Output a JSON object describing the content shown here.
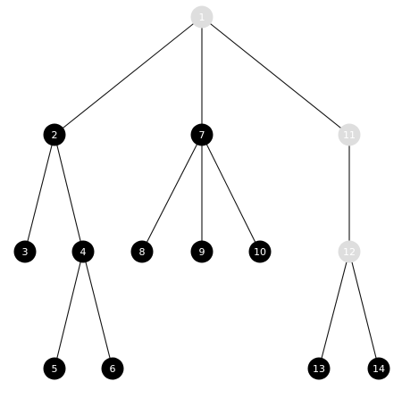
{
  "colors": {
    "dark_node": "#000000",
    "light_node": "#dedede",
    "label_on_dark": "#ffffff",
    "label_on_light": "#ffffff",
    "edge": "#111111"
  },
  "tree": {
    "nodes": [
      {
        "id": "n1",
        "label": "1",
        "style": "light"
      },
      {
        "id": "n2",
        "label": "2",
        "style": "dark"
      },
      {
        "id": "n3",
        "label": "3",
        "style": "dark"
      },
      {
        "id": "n4",
        "label": "4",
        "style": "dark"
      },
      {
        "id": "n5",
        "label": "5",
        "style": "dark"
      },
      {
        "id": "n6",
        "label": "6",
        "style": "dark"
      },
      {
        "id": "n7",
        "label": "7",
        "style": "dark"
      },
      {
        "id": "n8",
        "label": "8",
        "style": "dark"
      },
      {
        "id": "n9",
        "label": "9",
        "style": "dark"
      },
      {
        "id": "n10",
        "label": "10",
        "style": "dark"
      },
      {
        "id": "n11",
        "label": "11",
        "style": "light"
      },
      {
        "id": "n12",
        "label": "12",
        "style": "light"
      },
      {
        "id": "n13",
        "label": "13",
        "style": "dark"
      },
      {
        "id": "n14",
        "label": "14",
        "style": "dark"
      }
    ],
    "edges": [
      [
        "n1",
        "n2"
      ],
      [
        "n1",
        "n7"
      ],
      [
        "n1",
        "n11"
      ],
      [
        "n2",
        "n3"
      ],
      [
        "n2",
        "n4"
      ],
      [
        "n4",
        "n5"
      ],
      [
        "n4",
        "n6"
      ],
      [
        "n7",
        "n8"
      ],
      [
        "n7",
        "n9"
      ],
      [
        "n7",
        "n10"
      ],
      [
        "n11",
        "n12"
      ],
      [
        "n12",
        "n13"
      ],
      [
        "n12",
        "n14"
      ]
    ]
  }
}
